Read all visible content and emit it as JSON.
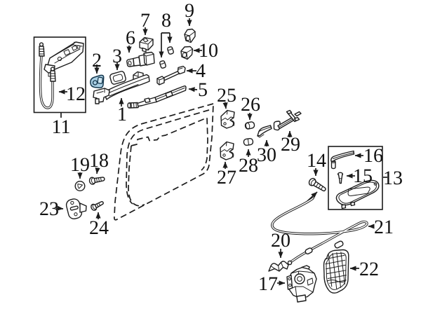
{
  "figure": {
    "kind": "exploded-parts-diagram",
    "subject": "car door lock and exterior/interior handle assembly",
    "background_color": "#ffffff",
    "line_color": "#1c1c1c",
    "highlight_color": "#a9cfe4",
    "highlighted_part_number": "2"
  },
  "callouts": [
    {
      "num": "1",
      "points_to": "exterior-door-handle"
    },
    {
      "num": "2",
      "points_to": "handle-end-cap-highlighted"
    },
    {
      "num": "3",
      "points_to": "handle-gasket"
    },
    {
      "num": "4",
      "points_to": "connecting-rod-upper"
    },
    {
      "num": "5",
      "points_to": "connecting-rod-lower"
    },
    {
      "num": "6",
      "points_to": "lock-cylinder"
    },
    {
      "num": "7",
      "points_to": "micro-switch"
    },
    {
      "num": "8",
      "points_to": "grommets"
    },
    {
      "num": "9",
      "points_to": "cap-upper"
    },
    {
      "num": "10",
      "points_to": "cap-lower"
    },
    {
      "num": "11",
      "points_to": "lock-module-with-cables-box"
    },
    {
      "num": "12",
      "points_to": "bowden-cable-in-box"
    },
    {
      "num": "13",
      "points_to": "inner-handle-kit-box"
    },
    {
      "num": "14",
      "points_to": "mounting-bolt"
    },
    {
      "num": "15",
      "points_to": "inner-handle-screw"
    },
    {
      "num": "16",
      "points_to": "inner-handle-lever"
    },
    {
      "num": "17",
      "points_to": "door-lock-actuator"
    },
    {
      "num": "18",
      "points_to": "screw-upper"
    },
    {
      "num": "19",
      "points_to": "grommet-nut"
    },
    {
      "num": "20",
      "points_to": "cable-bracket"
    },
    {
      "num": "21",
      "points_to": "release-cable"
    },
    {
      "num": "22",
      "points_to": "lock-gasket-pad"
    },
    {
      "num": "23",
      "points_to": "striker-plate"
    },
    {
      "num": "24",
      "points_to": "striker-screw"
    },
    {
      "num": "25",
      "points_to": "door-hinge-upper"
    },
    {
      "num": "26",
      "points_to": "hinge-bushing-upper"
    },
    {
      "num": "27",
      "points_to": "door-hinge-lower"
    },
    {
      "num": "28",
      "points_to": "hinge-bushing-lower"
    },
    {
      "num": "29",
      "points_to": "door-check-strap"
    },
    {
      "num": "30",
      "points_to": "check-strap-wedge"
    }
  ]
}
